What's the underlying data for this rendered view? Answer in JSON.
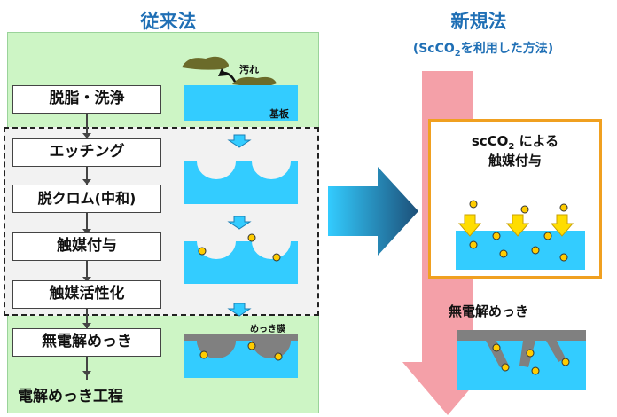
{
  "left": {
    "title": "従来法",
    "steps": [
      "脱脂・洗浄",
      "エッチング",
      "脱クロム(中和)",
      "触媒付与",
      "触媒活性化",
      "無電解めっき"
    ],
    "final_step": "電解めっき工程",
    "labels": {
      "dirt": "汚れ",
      "substrate": "基板",
      "plating_film": "めっき膜"
    }
  },
  "right": {
    "title": "新規法",
    "subtitle_pre": "(ScCO",
    "subtitle_sub": "2",
    "subtitle_post": "を利用した方法)",
    "box_line1_pre": "scCO",
    "box_line1_sub": "2",
    "box_line1_post": " による",
    "box_line2": "触媒付与",
    "electroless": "無電解めっき"
  },
  "colors": {
    "panel_green": "#cdf5c5",
    "substrate_cyan": "#33ccff",
    "box_orange": "#f0a020",
    "catalyst_yellow": "#ffcc00",
    "pink_arrow": "#f4a0a8",
    "title_blue": "#1f6fb5"
  }
}
